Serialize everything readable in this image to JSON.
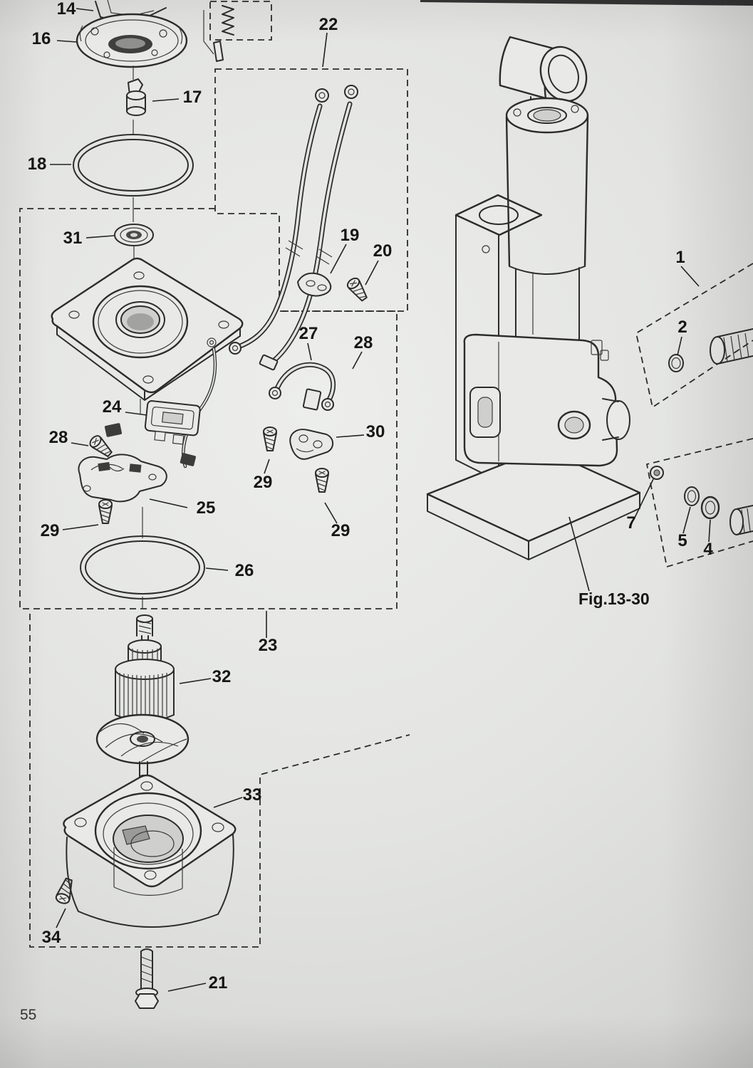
{
  "page": {
    "number": "55"
  },
  "figure": {
    "label": "Fig.13-30"
  },
  "callouts": {
    "c14": "14",
    "c16": "16",
    "c17": "17",
    "c18": "18",
    "c31": "31",
    "c22": "22",
    "c19": "19",
    "c20": "20",
    "c27": "27",
    "c28_right": "28",
    "c24": "24",
    "c28_left": "28",
    "c30": "30",
    "c29_mid": "29",
    "c25": "25",
    "c29_left": "29",
    "c29_bottom": "29",
    "c26": "26",
    "c23": "23",
    "c32": "32",
    "c33": "33",
    "c34": "34",
    "c21": "21",
    "c1": "1",
    "c2": "2",
    "c7": "7",
    "c5": "5",
    "c4": "4"
  }
}
